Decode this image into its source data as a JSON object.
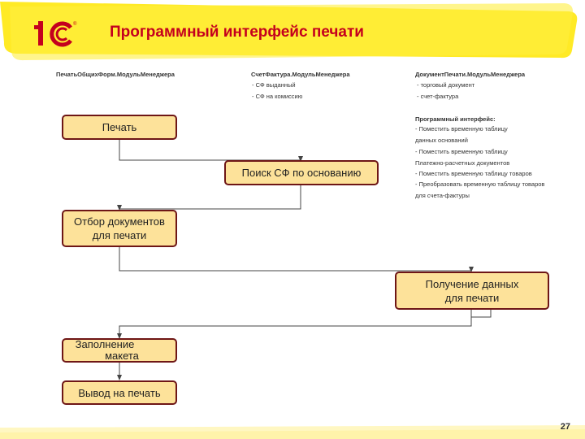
{
  "slide": {
    "title": "Программный интерфейс печати",
    "page_number": "27",
    "logo_text": "1С"
  },
  "columns": {
    "col1": {
      "heading": "ПечатьОбщихФорм.МодульМенеджера"
    },
    "col2": {
      "heading": "СчетФактура.МодульМенеджера",
      "items": [
        "- СФ выданный",
        "- СФ на комиссию"
      ]
    },
    "col3": {
      "heading": "ДокументПечати.МодульМенеджера",
      "items": [
        "- торговый документ",
        "- счет-фактура"
      ],
      "subheading": "Программный интерфейс:",
      "lines": [
        "- Поместить временную таблицу",
        "данных оснований",
        "- Поместить временную таблицу",
        "Платежно-расчетных документов",
        "- Поместить временную таблицу товаров",
        "- Преобразовать временную таблицу товаров",
        "для счета-фактуры"
      ]
    }
  },
  "flow": {
    "print": "Печать",
    "search_sf": "Поиск СФ по основанию",
    "select_line1": "Отбор документов",
    "select_line2": "для печати",
    "get_line1": "Получение данных",
    "get_line2": "для печати",
    "fill_line1": "Заполнение",
    "fill_line2": "макета",
    "output": "Вывод на печать"
  },
  "colors": {
    "title": "#c4001e",
    "box_fill": "#fde29a",
    "box_border": "#6e1616",
    "banner": "#ffe600",
    "logo": "#c4001e"
  }
}
